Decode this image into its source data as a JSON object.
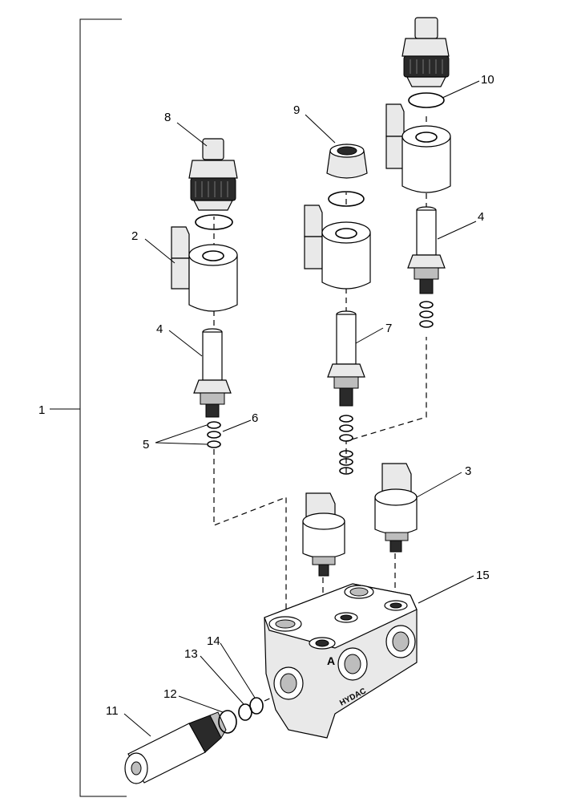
{
  "callouts": {
    "c1": "1",
    "c2": "2",
    "c3": "3",
    "c4a": "4",
    "c4b": "4",
    "c5": "5",
    "c6": "6",
    "c7": "7",
    "c8": "8",
    "c9": "9",
    "c10": "10",
    "c11": "11",
    "c12": "12",
    "c13": "13",
    "c14": "14",
    "c15": "15"
  },
  "body_marking": {
    "port": "A",
    "brand": "HYDAC"
  }
}
